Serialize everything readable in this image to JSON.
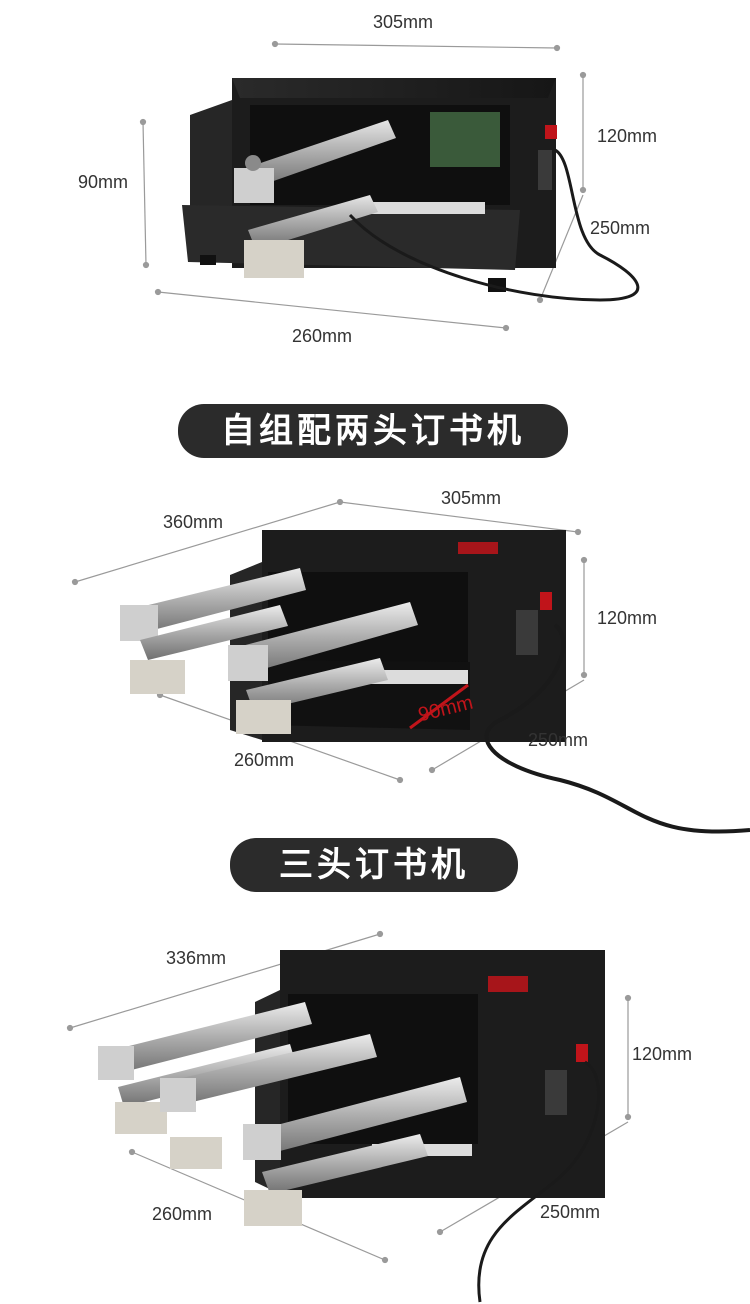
{
  "sections": [
    {
      "id": "self-assembled",
      "dims": {
        "top_width": "305mm",
        "height_right": "120mm",
        "height_left": "90mm",
        "depth": "250mm",
        "front_width": "260mm"
      }
    },
    {
      "id": "two-head",
      "banner": "自组配两头订书机",
      "dims": {
        "top_width": "305mm",
        "left_width": "360mm",
        "height_right": "120mm",
        "depth": "250mm",
        "front_width": "260mm",
        "red_width": "90mm"
      }
    },
    {
      "id": "three-head",
      "banner": "三头订书机",
      "dims": {
        "left_width": "336mm",
        "height_right": "120mm",
        "depth": "250mm",
        "front_width": "260mm"
      }
    }
  ],
  "colors": {
    "body": "#1e1e1e",
    "steel": "#b9b9b9",
    "accent_red": "#c0141a",
    "banner_bg": "#2b2b2b",
    "dim_line": "#9a9a9a"
  }
}
